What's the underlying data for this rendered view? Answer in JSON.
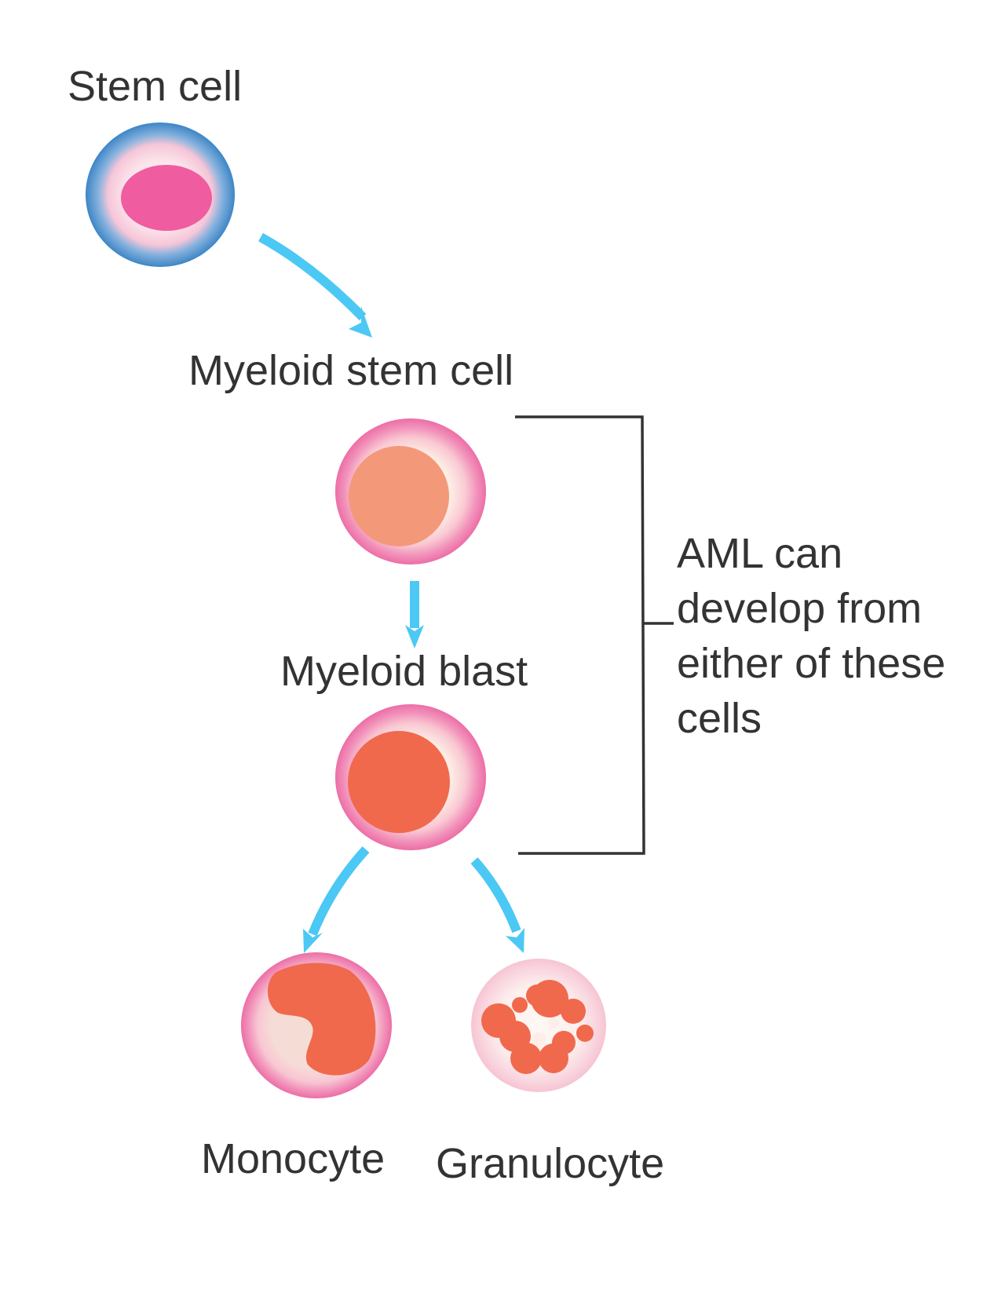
{
  "labels": {
    "stem_cell": "Stem cell",
    "myeloid_stem_cell": "Myeloid stem cell",
    "myeloid_blast": "Myeloid blast",
    "monocyte": "Monocyte",
    "granulocyte": "Granulocyte"
  },
  "annotation": {
    "lines": [
      "AML can",
      "develop from",
      "either of these",
      "cells"
    ]
  },
  "colors": {
    "text": "#333333",
    "arrow": "#4cc8f4",
    "bracket": "#333333",
    "stem_membrane": "#3d86c6",
    "stem_nucleus": "#ef5ca0",
    "cell_membrane": "#ee76ac",
    "cell_cytoplasm": "#fdf0e8",
    "myeloid_stem_nucleus": "#f4987a",
    "blast_nucleus": "#f0694d",
    "granulocyte_membrane": "#f7c7d4"
  }
}
